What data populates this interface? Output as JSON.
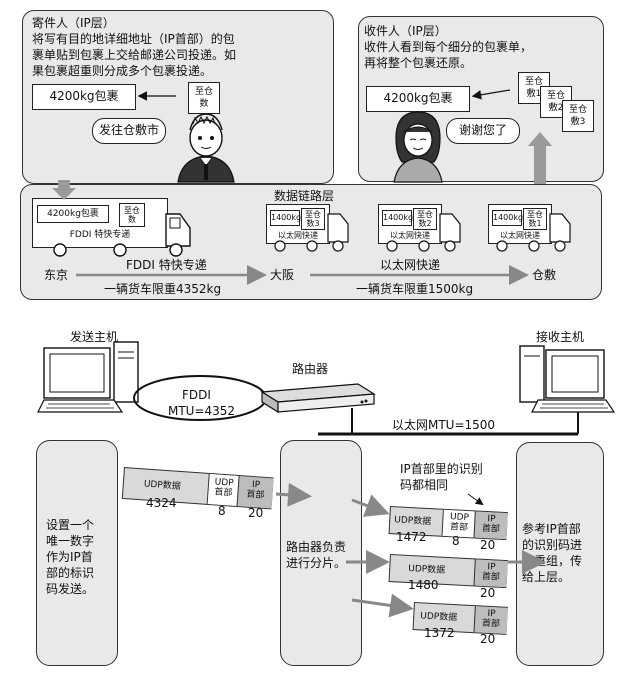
{
  "top": {
    "sender": {
      "title": "寄件人（IP层）",
      "desc_lines": [
        "将写有目的地详细地址（IP首部）的包",
        "裹单贴到包裹上交给邮递公司投递。如",
        "果包裹超重则分成多个包裹投递。"
      ],
      "package_label": "4200kg包裹",
      "tag_lines": [
        "至仓",
        "数"
      ],
      "speech": "发往仓敷市"
    },
    "receiver": {
      "title": "收件人（IP层）",
      "desc_lines": [
        "收件人看到每个细分的包裹单，",
        "再将整个包裹还原。"
      ],
      "package_label": "4200kg包裹",
      "tags": [
        {
          "lines": [
            "至仓",
            "敷1"
          ]
        },
        {
          "lines": [
            "至仓",
            "敷2"
          ]
        },
        {
          "lines": [
            "至仓",
            "敷3"
          ]
        }
      ],
      "speech": "谢谢您了"
    },
    "datalink": {
      "title": "数据链路层",
      "big_truck": {
        "cargo": "4200kg包裹",
        "tag_lines": [
          "至仓",
          "数"
        ],
        "name": "FDDI 特快专递"
      },
      "small_trucks": [
        {
          "cargo": "1400kg",
          "tag_lines": [
            "至仓",
            "数3"
          ],
          "name": "以太网快递"
        },
        {
          "cargo": "1400kg",
          "tag_lines": [
            "至仓",
            "数2"
          ],
          "name": "以太网快递"
        },
        {
          "cargo": "1400kg",
          "tag_lines": [
            "至仓",
            "数1"
          ],
          "name": "以太网快递"
        }
      ],
      "city_tokyo": "东京",
      "city_osaka": "大阪",
      "city_kurashiki": "仓敷",
      "route1_name": "FDDI 特快专递",
      "route1_limit": "一辆货车限重4352kg",
      "route2_name": "以太网快递",
      "route2_limit": "一辆货车限重1500kg"
    }
  },
  "bottom": {
    "send_host": "发送主机",
    "recv_host": "接收主机",
    "router": "路由器",
    "fddi_label": "FDDI",
    "fddi_mtu": "MTU=4352",
    "ethernet_mtu": "以太网MTU=1500",
    "left_desc": [
      "设置一个",
      "唯一数字",
      "作为IP首",
      "部的标识",
      "码发送。"
    ],
    "middle_desc": [
      "路由器负责",
      "进行分片。"
    ],
    "right_desc": [
      "参考IP首部",
      "的识别码进",
      "行重组，传",
      "给上层。"
    ],
    "id_note": [
      "IP首部里的识别",
      "码都相同"
    ],
    "orig_packet": {
      "udp_data": "UDP数据",
      "udp_header": [
        "UDP",
        "首部"
      ],
      "ip_header": [
        "IP",
        "首部"
      ],
      "size_data": "4324",
      "size_udp": "8",
      "size_ip": "20"
    },
    "frag1": {
      "udp_data": "UDP数据",
      "udp_header": [
        "UDP",
        "首部"
      ],
      "ip_header": [
        "IP",
        "首部"
      ],
      "size_data": "1472",
      "size_udp": "8",
      "size_ip": "20"
    },
    "frag2": {
      "udp_data": "UDP数据",
      "ip_header": [
        "IP",
        "首部"
      ],
      "size_data": "1480",
      "size_ip": "20"
    },
    "frag3": {
      "udp_data": "UDP数据",
      "ip_header": [
        "IP",
        "首部"
      ],
      "size_data": "1372",
      "size_ip": "20"
    }
  }
}
